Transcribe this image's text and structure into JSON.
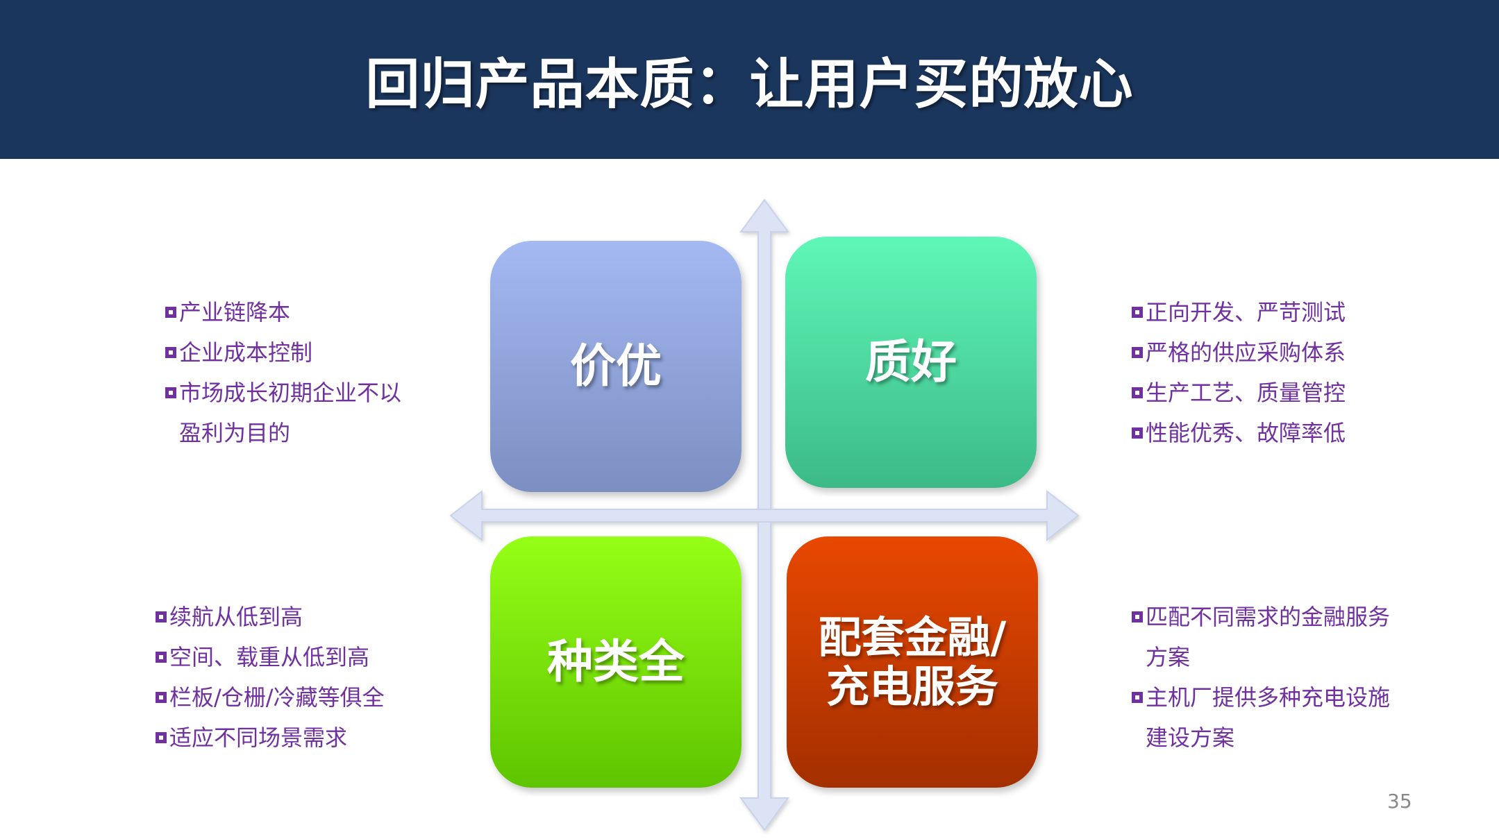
{
  "title": "回归产品本质：让用户买的放心",
  "quadrants": {
    "top_left": {
      "label": "价优",
      "color_top": "#a4b9f2",
      "color_bottom": "#7c8fc2",
      "points": [
        "产业链降本",
        "企业成本控制",
        "市场成长初期企业不以盈利为目的"
      ]
    },
    "top_right": {
      "label": "质好",
      "color_top": "#5ff7b8",
      "color_bottom": "#3cba86",
      "points": [
        "正向开发、严苛测试",
        "严格的供应采购体系",
        "生产工艺、质量管控",
        "性能优秀、故障率低"
      ]
    },
    "bottom_left": {
      "label": "种类全",
      "color_top": "#96ff16",
      "color_bottom": "#5ec400",
      "points": [
        "续航从低到高",
        "空间、载重从低到高",
        "栏板/仓栅/冷藏等俱全",
        "适应不同场景需求"
      ]
    },
    "bottom_right": {
      "label": "配套金融/\n充电服务",
      "color_top": "#e84800",
      "color_bottom": "#a32f00",
      "points": [
        "匹配不同需求的金融服务方案",
        "主机厂提供多种充电设施建设方案"
      ]
    }
  },
  "bullet_icon": "hollow-square-icon",
  "text_color": "#7030a0",
  "header_color": "#1b365d",
  "page_number": "35"
}
